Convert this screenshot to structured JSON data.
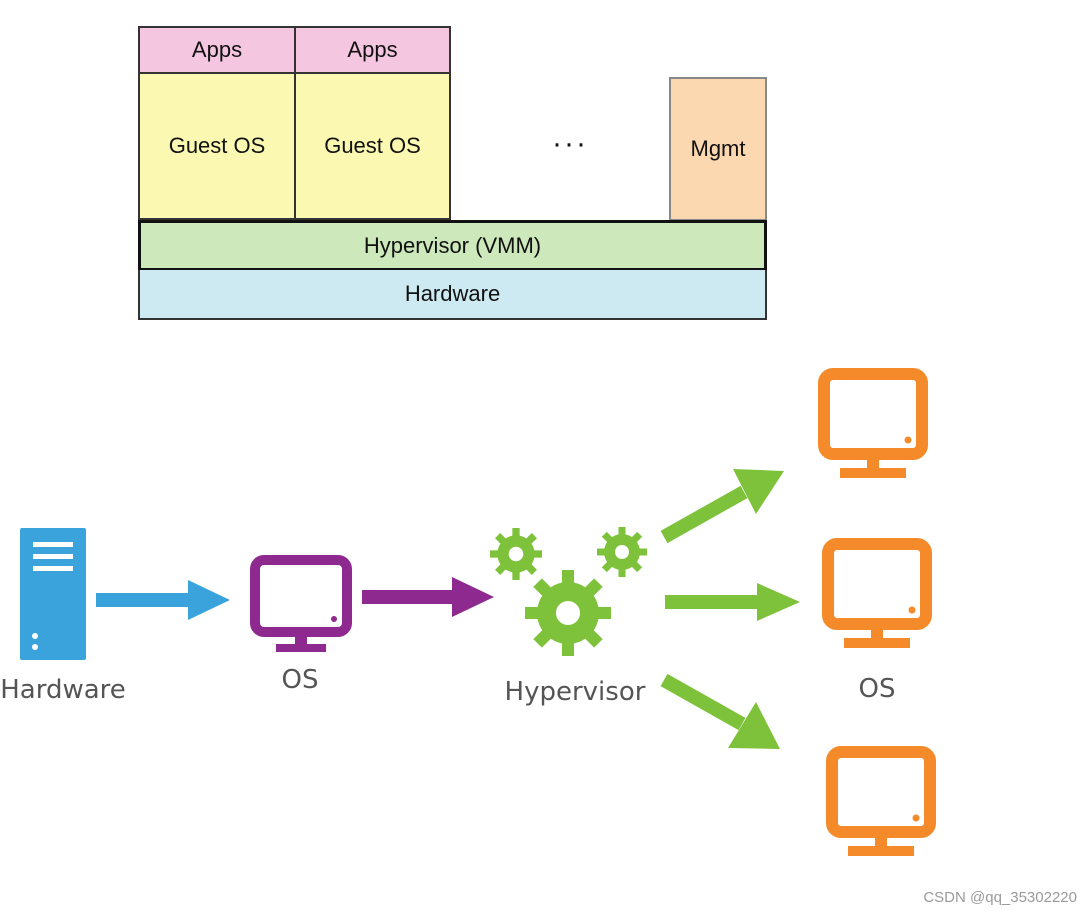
{
  "stack": {
    "apps_1": "Apps",
    "apps_2": "Apps",
    "guest_os_1": "Guest OS",
    "guest_os_2": "Guest OS",
    "ellipsis": "···",
    "mgmt": "Mgmt",
    "hypervisor": "Hypervisor (VMM)",
    "hardware": "Hardware"
  },
  "flow": {
    "hardware_label": "Hardware",
    "os_label": "OS",
    "hypervisor_label": "Hypervisor",
    "guest_os_label": "OS"
  },
  "colors": {
    "apps": "#f4c6e0",
    "guest_os": "#fbf8b2",
    "mgmt": "#fbd8b0",
    "hypervisor_layer": "#cde9bc",
    "hardware_layer": "#cde9f1",
    "hardware_icon": "#3aa3dc",
    "os_icon": "#8e2a8f",
    "hypervisor_icon": "#7ec23b",
    "guest_icon": "#f58a2a"
  },
  "watermark": "CSDN @qq_35302220"
}
